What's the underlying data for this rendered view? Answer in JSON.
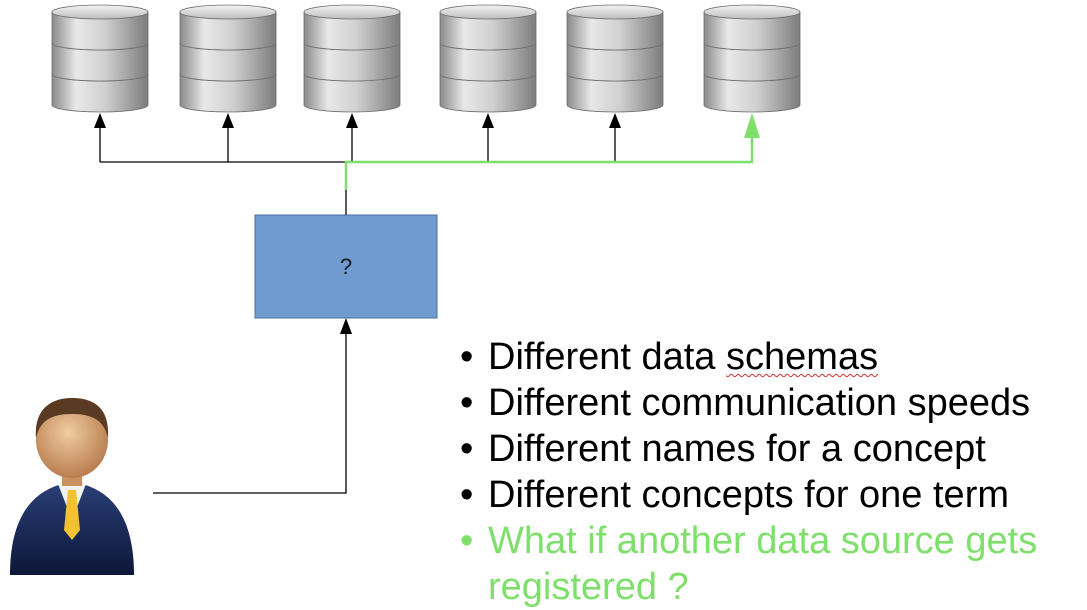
{
  "query_box": {
    "label": "?"
  },
  "data_sources": {
    "count": 6,
    "highlighted_index": 5
  },
  "colors": {
    "box_fill": "#6f9bd1",
    "box_stroke": "#4a6fa0",
    "line": "#000000",
    "highlight": "#7ee06a",
    "cylinder": "#cfcfcf"
  },
  "icons": {
    "database": "database-icon",
    "user": "user-avatar-icon"
  },
  "bullets": [
    {
      "text_before": "Different data ",
      "text_marked": "schemas",
      "text_after": "",
      "highlight": false
    },
    {
      "text_before": "Different communication speeds",
      "text_marked": "",
      "text_after": "",
      "highlight": false
    },
    {
      "text_before": "Different names for a concept",
      "text_marked": "",
      "text_after": "",
      "highlight": false
    },
    {
      "text_before": "Different concepts for one term",
      "text_marked": "",
      "text_after": "",
      "highlight": false
    },
    {
      "text_before": "What if another data source gets registered ?",
      "text_marked": "",
      "text_after": "",
      "highlight": true
    }
  ]
}
